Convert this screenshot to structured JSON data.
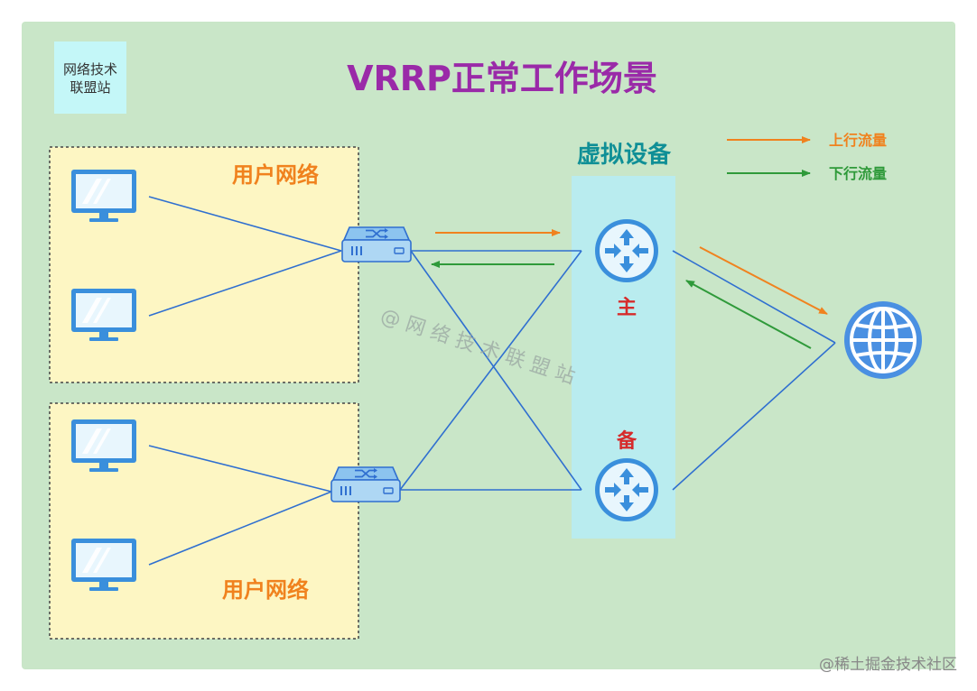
{
  "title": "VRRP正常工作场景",
  "logo": {
    "line1": "网络技术",
    "line2": "联盟站"
  },
  "user_network_top": "用户网络",
  "user_network_bottom": "用户网络",
  "virtual_device_label": "虚拟设备",
  "router_master_label": "主",
  "router_backup_label": "备",
  "legend": {
    "upstream": "上行流量",
    "downstream": "下行流量"
  },
  "watermark": "@ 网 络 技 术 联 盟 站",
  "footer_credit": "@稀土掘金技术社区",
  "colors": {
    "panel_bg": "#c9e6c8",
    "user_zone_bg": "#fdf6c3",
    "virtual_zone_bg": "#b9ecef",
    "link": "#2f6fd0",
    "upstream": "#f0821e",
    "downstream": "#2f9a3a",
    "title": "#9a2aa8",
    "zone_label": "#f0821e",
    "virtual_label": "#0f8f96",
    "router_label": "#d62b2b",
    "icon_blue": "#3a8fdc"
  },
  "icons": {
    "pc": "desktop-computer-icon",
    "switch": "network-switch-icon",
    "router": "router-icon",
    "internet": "globe-icon"
  }
}
